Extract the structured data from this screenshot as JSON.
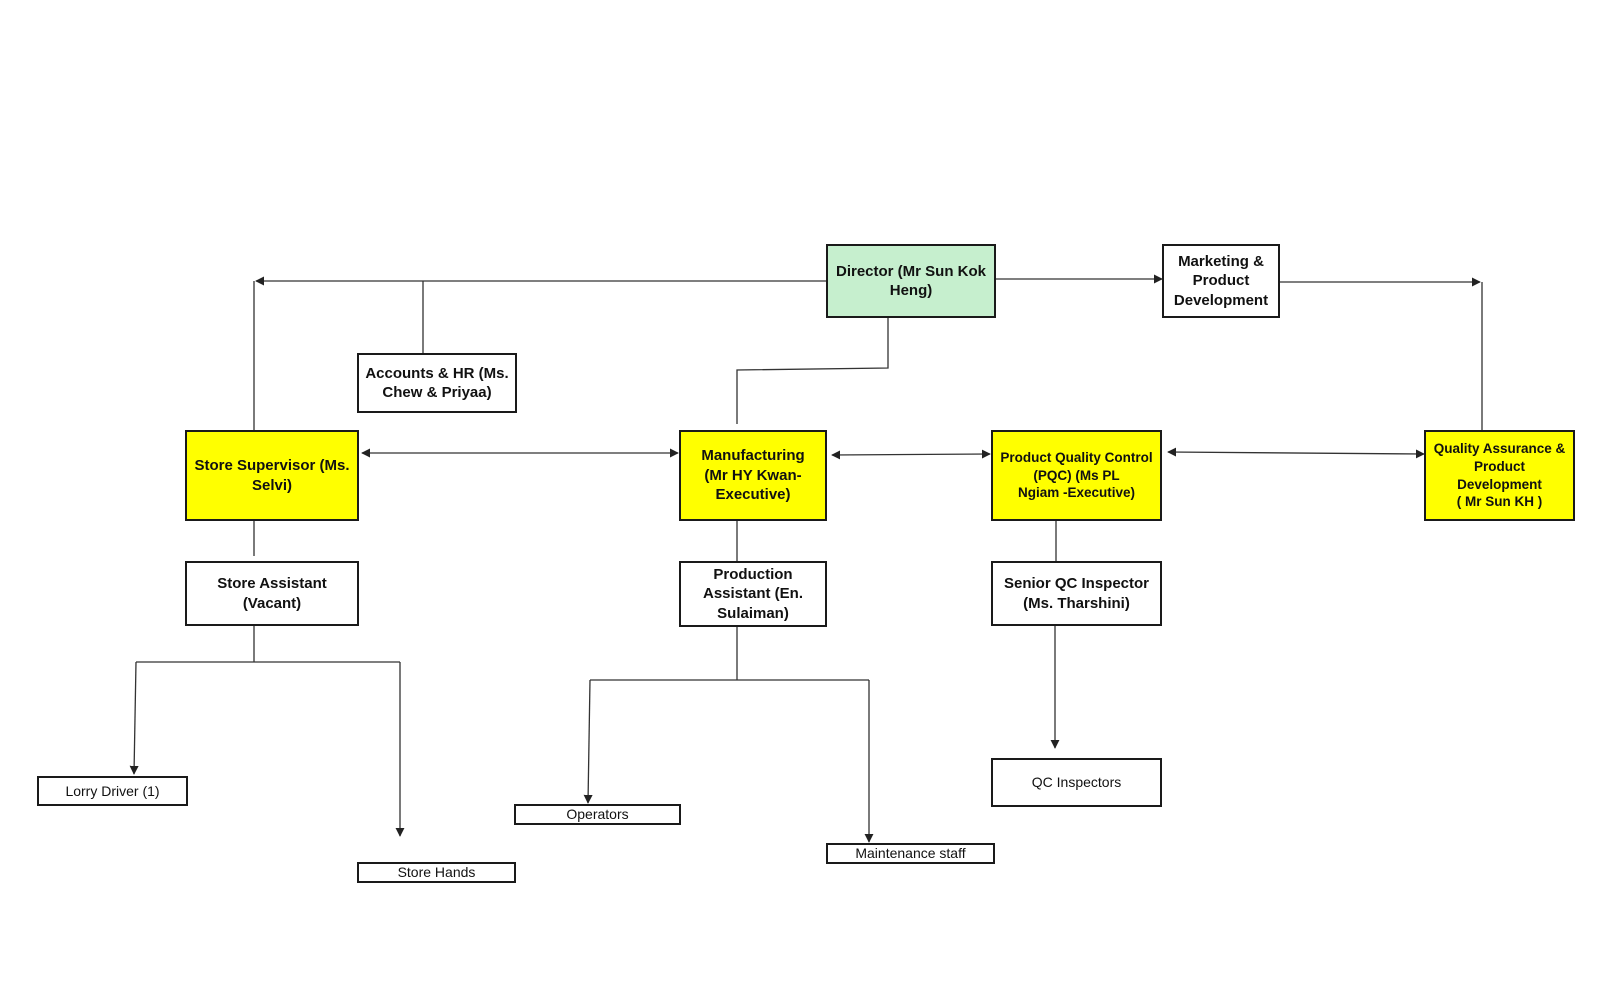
{
  "colors": {
    "director_fill": "#c6efce",
    "department_fill": "#ffff00",
    "staff_fill": "#ffffff",
    "line": "#333333"
  },
  "boxes": {
    "director": "Director (Mr Sun Kok\nHeng)",
    "marketing": "Marketing &\nProduct\nDevelopment",
    "accounts": "Accounts & HR (Ms.\nChew & Priyaa)",
    "store_supervisor": "Store Supervisor (Ms.\nSelvi)",
    "manufacturing": "Manufacturing\n(Mr HY Kwan-\nExecutive)",
    "pqc": "Product Quality Control\n(PQC)              (Ms PL\nNgiam -Executive)",
    "qa": "Quality Assurance &\nProduct Development\n( Mr Sun KH )",
    "store_assistant": "Store Assistant\n(Vacant)",
    "production_assistant": "Production\nAssistant (En.\nSulaiman)",
    "senior_qc": "Senior QC Inspector\n(Ms. Tharshini)",
    "lorry_driver": "Lorry Driver (1)",
    "store_hands": "Store Hands",
    "operators": "Operators",
    "maintenance": "Maintenance staff",
    "qc_inspectors": "QC Inspectors"
  }
}
